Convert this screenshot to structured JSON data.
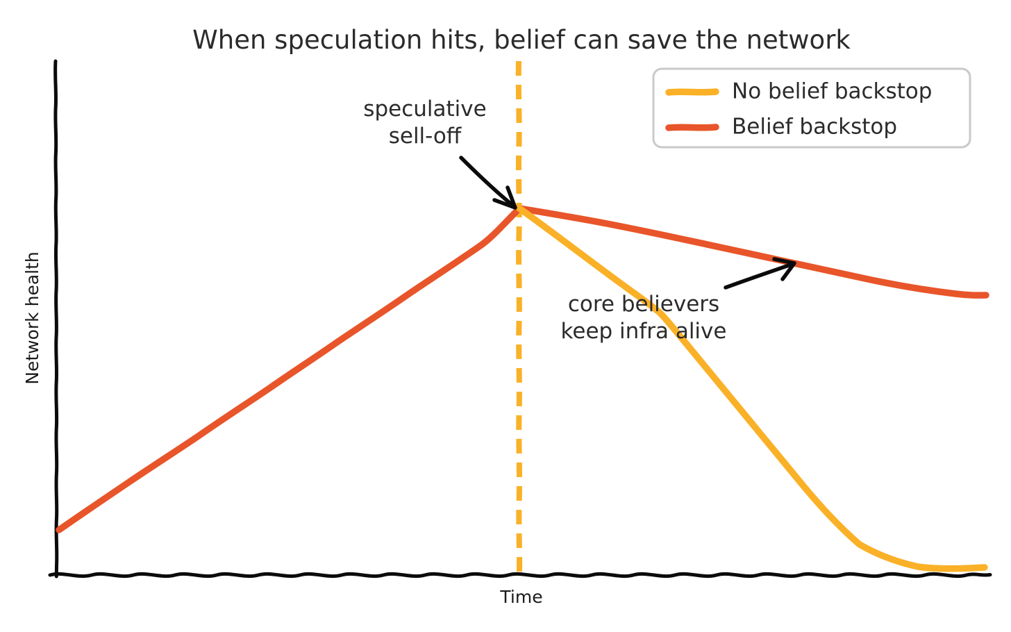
{
  "chart_data": {
    "type": "line",
    "title": "When speculation hits, belief can save the network",
    "xlabel": "Time",
    "ylabel": "Network health",
    "grid": false,
    "legend_position": "top-right",
    "xlim": [
      0,
      10
    ],
    "ylim": [
      0,
      10
    ],
    "axis_ticks": {
      "x": [],
      "y": []
    },
    "series": [
      {
        "name": "No belief backstop",
        "color": "#FAB127",
        "x": [
          0,
          1,
          2,
          3,
          4,
          5,
          5.5,
          6.5,
          7.5,
          8.5,
          10
        ],
        "y": [
          0.9,
          1.85,
          2.8,
          3.75,
          4.7,
          5.65,
          5.1,
          3.9,
          2.75,
          1.6,
          0.12
        ],
        "note": "rises with the belief-backstop line until the sell-off at x=5, then collapses to near zero"
      },
      {
        "name": "Belief backstop",
        "color": "#E8552A",
        "x": [
          0,
          1,
          2,
          3,
          4,
          5,
          6,
          7,
          8,
          9,
          10
        ],
        "y": [
          0.9,
          1.85,
          2.8,
          3.75,
          4.7,
          5.65,
          5.45,
          5.2,
          4.95,
          4.7,
          4.5
        ],
        "note": "same rise, then only a shallow decline after the sell-off"
      }
    ],
    "event_marker": {
      "label": "speculative sell-off",
      "x": 5,
      "style": "dashed vertical line",
      "color": "#FAB127"
    },
    "annotations": [
      {
        "text_line1": "speculative",
        "text_line2": "sell-off",
        "points_to": "peak of both lines at the sell-off"
      },
      {
        "text_line1": "core believers",
        "text_line2": "keep infra alive",
        "points_to": "belief backstop line after the sell-off"
      }
    ]
  },
  "chart": {
    "title": "When speculation hits, belief can save the network",
    "x_axis_label": "Time",
    "y_axis_label": "Network health",
    "legend": {
      "items": [
        {
          "label": "No belief backstop",
          "color": "#FAB127"
        },
        {
          "label": "Belief backstop",
          "color": "#E8552A"
        }
      ]
    },
    "annotations": {
      "selloff": {
        "line1": "speculative",
        "line2": "sell-off"
      },
      "believers": {
        "line1": "core believers",
        "line2": "keep infra alive"
      }
    },
    "colors": {
      "no_backstop": "#FAB127",
      "backstop": "#E8552A",
      "axis": "#0b0b0b",
      "text": "#2b2b2b",
      "legend_border": "#c9c9c9",
      "background": "#ffffff"
    }
  }
}
